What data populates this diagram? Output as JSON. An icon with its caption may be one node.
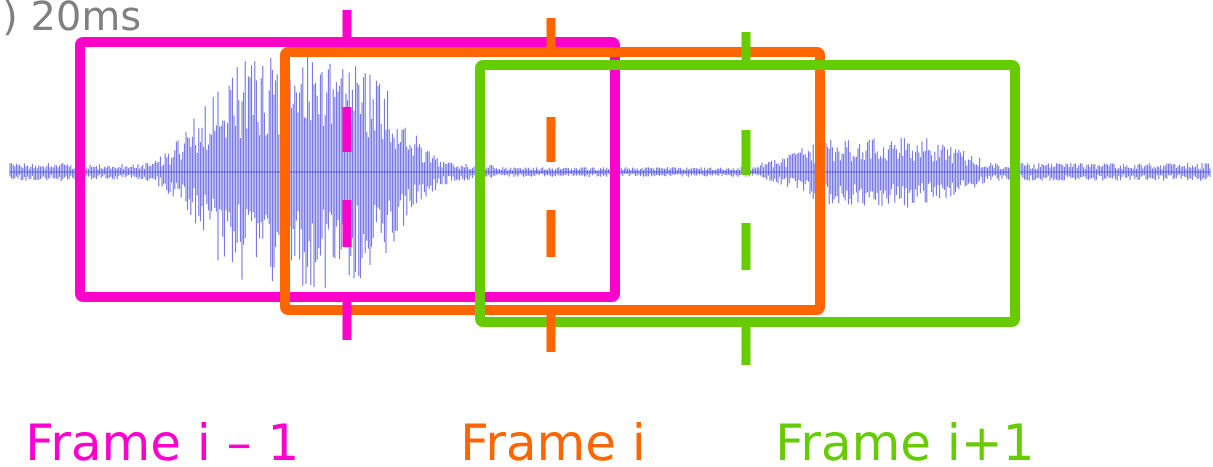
{
  "diagram": {
    "nodes": [
      {
        "text": [],
        "shape": "box",
        "beside": [
          "Frame i – 1"
        ]
      },
      {
        "text": [],
        "shape": "box",
        "beside": [
          "Frame i"
        ]
      },
      {
        "text": [],
        "shape": "box",
        "beside": [
          "Frame i+1"
        ]
      }
    ],
    "labels": [
      ") 20ms"
    ]
  }
}
